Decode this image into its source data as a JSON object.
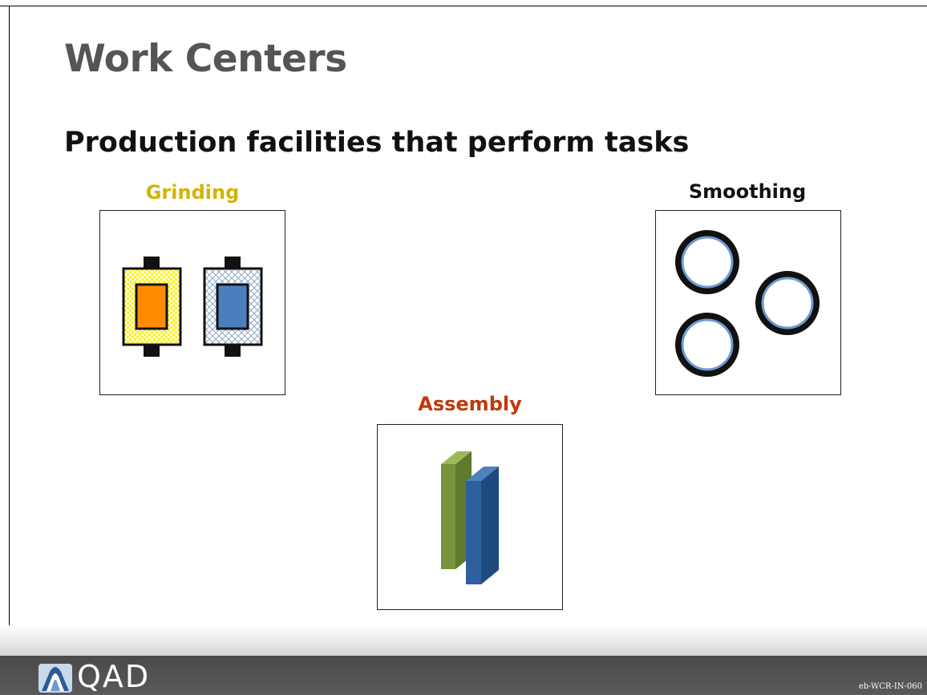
{
  "slide": {
    "title": "Work Centers",
    "subtitle": "Production facilities that perform tasks"
  },
  "work_centers": [
    {
      "label": "Grinding",
      "color": "#d4b300",
      "icon": "grinding-machines-icon"
    },
    {
      "label": "Smoothing",
      "color": "#111111",
      "icon": "smoothing-rings-icon"
    },
    {
      "label": "Assembly",
      "color": "#c0390b",
      "icon": "assembly-panels-icon"
    }
  ],
  "footer": {
    "logo_text": "QAD",
    "logo_icon": "qad-logo-icon",
    "slide_code": "eb-WCR-IN-060"
  },
  "colors": {
    "title": "#555555",
    "footer_bar": "#505050",
    "orange_block": "#ff8c00",
    "blue_block": "#4a7fbf",
    "green_panel": "#77933c",
    "blue_panel": "#2f5f9e"
  }
}
